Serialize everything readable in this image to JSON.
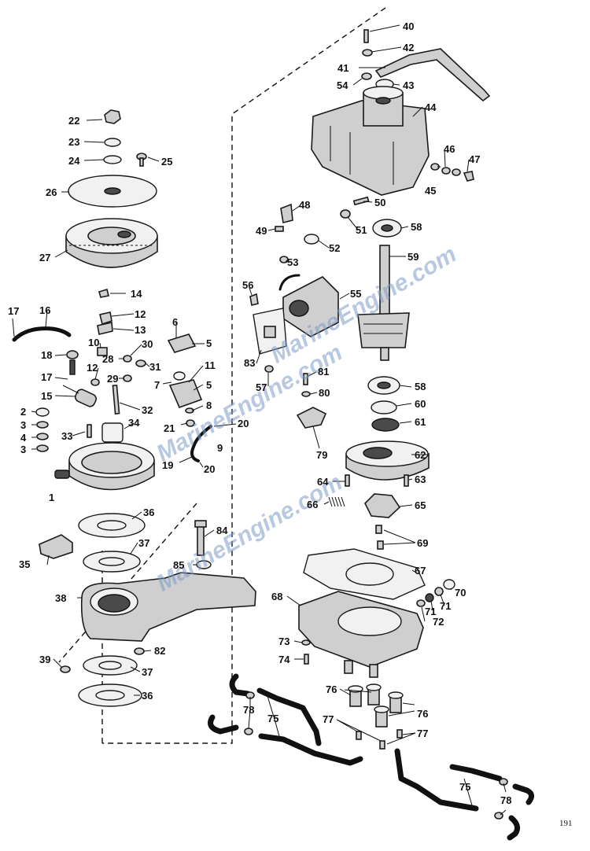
{
  "diagram": {
    "page_number": "191",
    "watermark_lines": [
      "MarineEngine.com",
      "MarineEngine.com",
      "MarineEngine.com"
    ],
    "part_labels": [
      "1",
      "2",
      "3",
      "4",
      "3",
      "5",
      "5",
      "6",
      "7",
      "8",
      "9",
      "10",
      "11",
      "12",
      "12",
      "13",
      "14",
      "15",
      "16",
      "17",
      "17",
      "18",
      "19",
      "20",
      "20",
      "21",
      "22",
      "23",
      "24",
      "25",
      "26",
      "27",
      "28",
      "29",
      "30",
      "31",
      "32",
      "33",
      "34",
      "35",
      "36",
      "36",
      "37",
      "37",
      "38",
      "39",
      "40",
      "41",
      "42",
      "43",
      "44",
      "45",
      "46",
      "47",
      "48",
      "49",
      "50",
      "51",
      "52",
      "53",
      "54",
      "55",
      "56",
      "57",
      "58",
      "58",
      "59",
      "60",
      "61",
      "62",
      "63",
      "64",
      "65",
      "66",
      "67",
      "68",
      "69",
      "70",
      "71",
      "71",
      "72",
      "73",
      "74",
      "75",
      "75",
      "76",
      "76",
      "77",
      "77",
      "78",
      "78",
      "79",
      "80",
      "81",
      "82",
      "83",
      "84",
      "85"
    ]
  }
}
